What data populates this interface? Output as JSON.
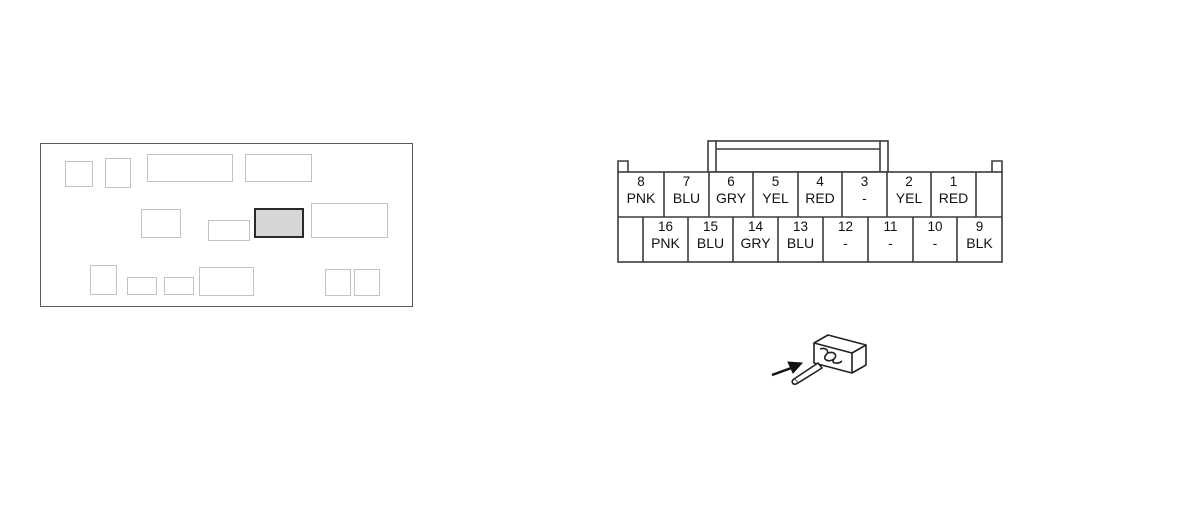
{
  "connector": {
    "top_row": [
      {
        "num": "8",
        "color": "PNK"
      },
      {
        "num": "7",
        "color": "BLU"
      },
      {
        "num": "6",
        "color": "GRY"
      },
      {
        "num": "5",
        "color": "YEL"
      },
      {
        "num": "4",
        "color": "RED"
      },
      {
        "num": "3",
        "color": "-"
      },
      {
        "num": "2",
        "color": "YEL"
      },
      {
        "num": "1",
        "color": "RED"
      }
    ],
    "bottom_row": [
      {
        "num": "16",
        "color": "PNK"
      },
      {
        "num": "15",
        "color": "BLU"
      },
      {
        "num": "14",
        "color": "GRY"
      },
      {
        "num": "13",
        "color": "BLU"
      },
      {
        "num": "12",
        "color": "-"
      },
      {
        "num": "11",
        "color": "-"
      },
      {
        "num": "10",
        "color": "-"
      },
      {
        "num": "9",
        "color": "BLK"
      }
    ]
  },
  "colors": {
    "outline": "#3c3c3c",
    "faint_outline": "#c2c2c2",
    "highlight_fill": "#d6d6d6"
  },
  "icons": {
    "probe": "probe-back-icon"
  }
}
